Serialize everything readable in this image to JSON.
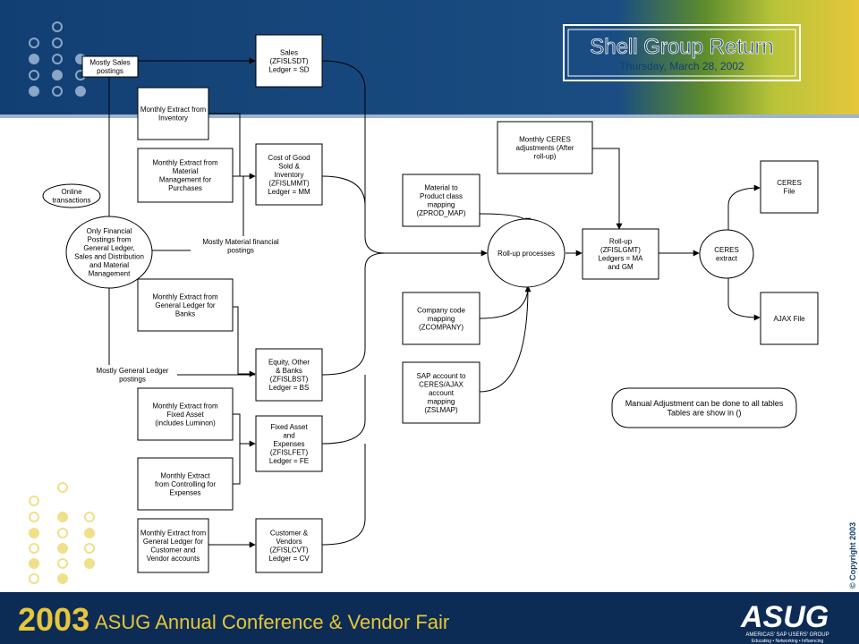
{
  "header": {
    "title": "Shell Group Return",
    "date": "Thursday, March 28, 2002"
  },
  "diagram": {
    "sources": {
      "mostly_sales": [
        "Mostly Sales",
        "postings"
      ],
      "inventory": [
        "Monthly Extract from",
        "Inventory"
      ],
      "material_mgmt": [
        "Monthly Extract from",
        "Material",
        "Management for",
        "Purchases"
      ],
      "online": [
        "Online",
        "transactions"
      ],
      "only_financial": [
        "Only Financial",
        "Postings from",
        "General Ledger,",
        "Sales and Distribution",
        "and Material",
        "Management"
      ],
      "mostly_material": [
        "Mostly Material financial",
        "postings"
      ],
      "gl_banks": [
        "Monthly Extract from",
        "General Ledger for",
        "Banks"
      ],
      "mostly_gl": [
        "Mostly General Ledger",
        "postings"
      ],
      "fixed_asset": [
        "Monthly Extract from",
        "Fixed Asset",
        "(includes Luminon)"
      ],
      "controlling": [
        "Monthly Extract",
        "from Controlling for",
        "Expenses"
      ],
      "customer_vendor": [
        "Monthly Extract from",
        "General Ledger for",
        "Customer and",
        "Vendor accounts"
      ]
    },
    "ledgers": {
      "sd": [
        "Sales",
        "(ZFISLSDT)",
        "Ledger = SD"
      ],
      "mm": [
        "Cost of Good",
        "Sold &",
        "Inventory",
        "(ZFISLMMT)",
        "Ledger = MM"
      ],
      "bs": [
        "Equity, Other",
        "& Banks",
        "(ZFISLBST)",
        "Ledger = BS"
      ],
      "fe": [
        "Fixed Asset",
        "and",
        "Expenses",
        "(ZFISLFET)",
        "Ledger = FE"
      ],
      "cv": [
        "Customer &",
        "Vendors",
        "(ZFISLCVT)",
        "Ledger = CV"
      ]
    },
    "mappings": {
      "prod_map": [
        "Material to",
        "Product class",
        "mapping",
        "(ZPROD_MAP)"
      ],
      "company": [
        "Company code",
        "mapping",
        "(ZCOMPANY)"
      ],
      "zslmap": [
        "SAP account to",
        "CERES/AJAX",
        "account",
        "mapping",
        "(ZSLMAP)"
      ]
    },
    "process": {
      "rollup_processes": [
        "Roll-up processes"
      ],
      "ceres_adjust": [
        "Monthly CERES",
        "adjustments (After",
        "roll-up)"
      ],
      "rollup_ledger": [
        "Roll-up",
        "(ZFISLGMT)",
        "Ledgers = MA",
        "and GM"
      ],
      "ceres_extract": [
        "CERES",
        "extract"
      ],
      "ceres_file": [
        "CERES",
        "File"
      ],
      "ajax_file": [
        "AJAX File"
      ],
      "note": [
        "Manual Adjustment can be done to all tables",
        "Tables are show in ()"
      ]
    }
  },
  "footer": {
    "year": "2003",
    "event": "ASUG Annual Conference & Vendor Fair",
    "logo": "ASUG",
    "logo_tagline": "AMERICAS' SAP USERS' GROUP",
    "logo_sub": "Educating • Networking • Influencing",
    "copyright": "© Copyright 2003"
  },
  "colors": {
    "header_blue": "#123f73",
    "footer_blue": "#0d2c55",
    "accent_yellow": "#e6c63a",
    "accent_green": "#5e8c2c"
  }
}
